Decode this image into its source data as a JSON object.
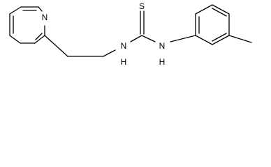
{
  "molecule": {
    "atoms": {
      "pyridine_n": "N",
      "thio_s": "S",
      "nh_left_n": "N",
      "nh_left_h": "H",
      "nh_right_n": "N",
      "nh_right_h": "H"
    }
  },
  "colors": {
    "bond": "#000000",
    "label": "#000000",
    "background": "#ffffff"
  }
}
